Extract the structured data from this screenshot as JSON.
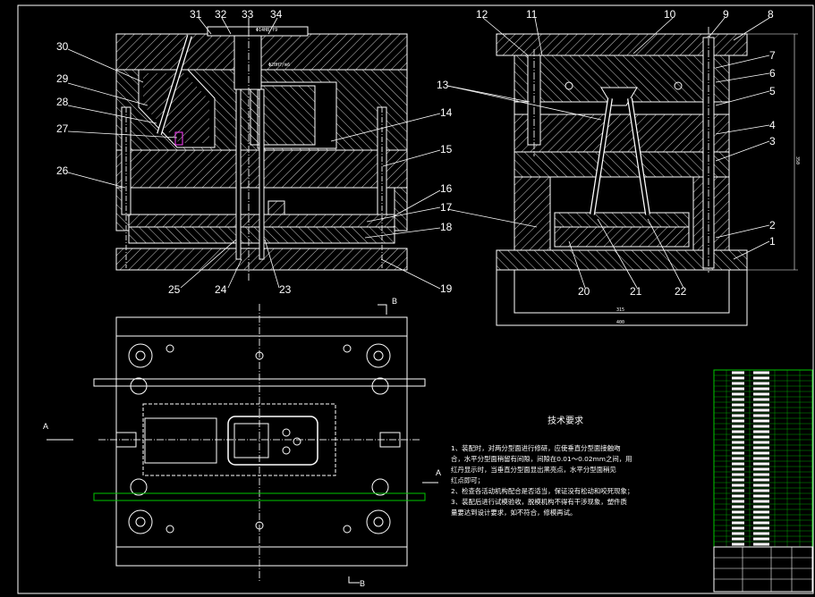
{
  "colors": {
    "background": "#000000",
    "line": "#ffffff",
    "center_line": "#dddddd",
    "title_block_green": "#00c800",
    "magenta": "#ff40ff"
  },
  "callouts_left": [
    "31",
    "32",
    "33",
    "34",
    "30",
    "29",
    "28",
    "27",
    "26",
    "14",
    "15",
    "16",
    "17",
    "18",
    "19",
    "23",
    "24",
    "25"
  ],
  "callouts_right": [
    "12",
    "11",
    "10",
    "9",
    "8",
    "7",
    "6",
    "5",
    "4",
    "3",
    "2",
    "1",
    "13",
    "20",
    "21",
    "22"
  ],
  "view_labels": {
    "a_left": "A",
    "a_right": "A",
    "b_top": "B",
    "b_bottom": "B"
  },
  "dims": {
    "top_fit_1": "Φ14H8/f9",
    "top_fit_2": "Φ20H7/m6",
    "width_inner": "315",
    "width_outer": "400",
    "height": "350"
  },
  "tech": {
    "title": "技术要求",
    "lines": [
      "1、装配时，对两分型面进行修研，应使垂直分型面接触吻",
      "合，水平分型面稍留有间隙，间隙在0.01～0.02mm之间，用",
      "红丹显示时，当垂直分型面显出黑亮点，水平分型面稍见",
      "红点即可；",
      "2、检查各活动机构配合是否适当，保证没有松动和咬死现象；",
      "3、装配后进行试模验收，脱模机构不得有干涉现象，塑件质",
      "量要达到设计要求，如不符合，修模再试。"
    ]
  }
}
